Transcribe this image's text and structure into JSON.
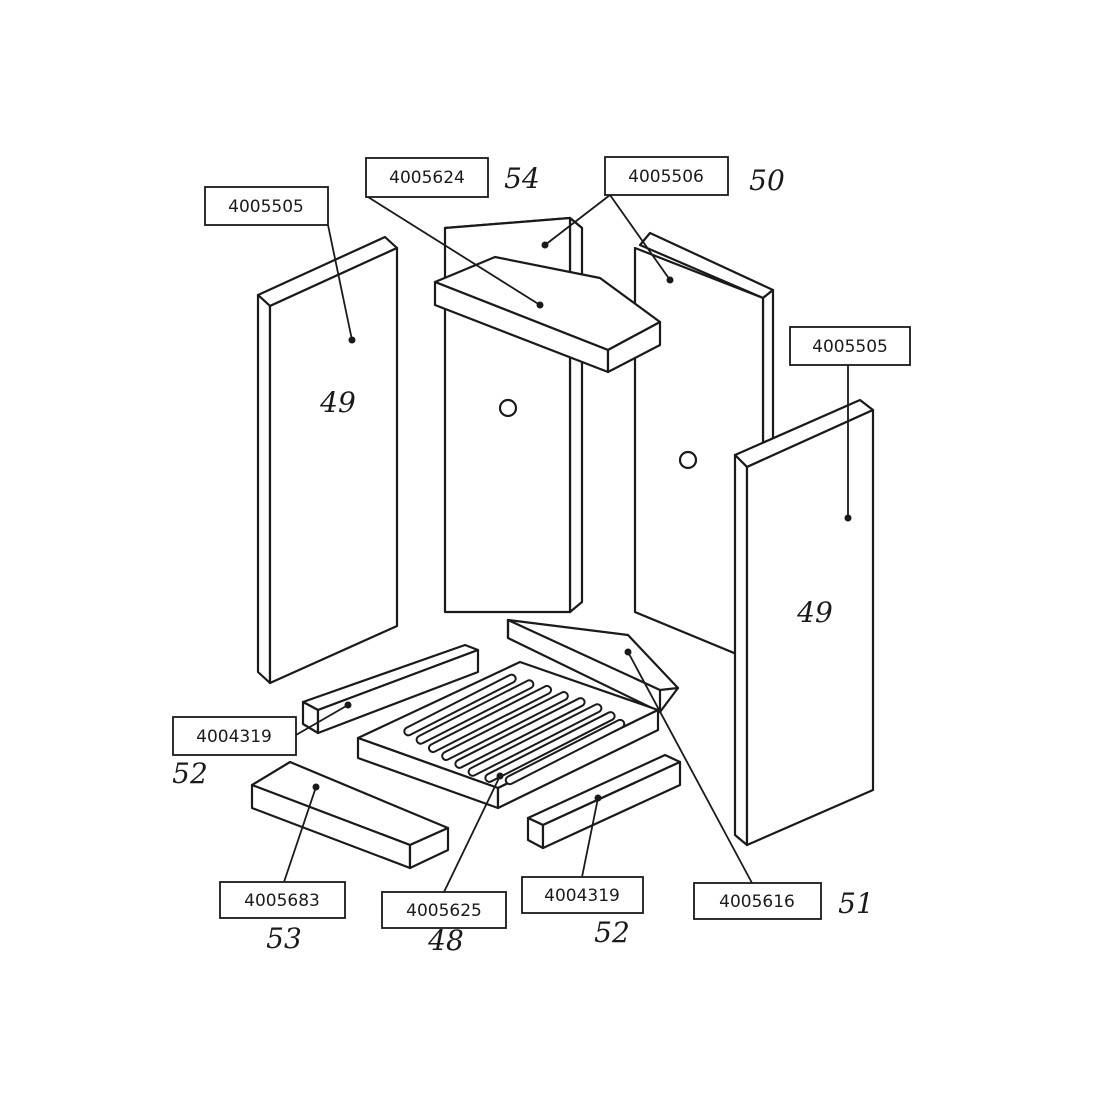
{
  "parts": {
    "side_left": {
      "code": "4005505",
      "number": "49"
    },
    "side_right": {
      "code": "4005505",
      "number": "49"
    },
    "top_plate": {
      "code": "4005624",
      "number": "54"
    },
    "back_panel": {
      "code": "4005506",
      "number": "50"
    },
    "rear_rail": {
      "code": "4005616",
      "number": "51"
    },
    "front_rail_left": {
      "code": "4004319",
      "number": "52"
    },
    "front_rail_right": {
      "code": "4004319",
      "number": "52"
    },
    "front_bar": {
      "code": "4005683",
      "number": "53"
    },
    "grate": {
      "code": "4005625",
      "number": "48"
    }
  }
}
